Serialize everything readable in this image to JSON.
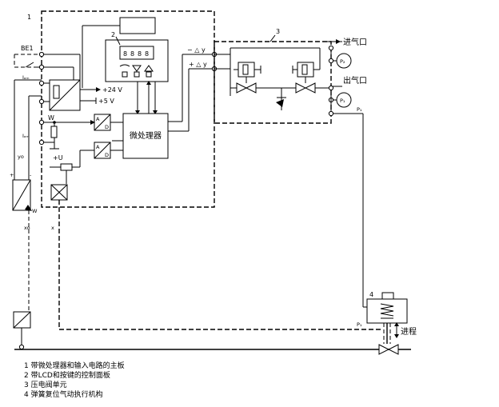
{
  "callouts": {
    "c1": "1",
    "c2": "2",
    "c3": "3",
    "c4": "4"
  },
  "lcd": {
    "digits": [
      "8",
      "8",
      "8",
      "8"
    ]
  },
  "signals": {
    "be1": "BE1",
    "iw_top": "Iₐₘ",
    "iw_mid": "Iₐₘ",
    "yo": "yo",
    "plus": "+",
    "minus": "-",
    "w_left": "W",
    "w_wire": "W",
    "xo": "xo",
    "x": "x",
    "v24": "+24 V",
    "v5": "+5 V",
    "plus_u": "+U",
    "minus_dy": "− △ y",
    "plus_dy": "+ △ y",
    "ad1_a": "A",
    "ad1_d": "D",
    "ad2_a": "A",
    "ad2_d": "D",
    "p_in": "Pₑ",
    "p1": "P₁",
    "p1_valve": "P₁",
    "p1_gauge": "P₁",
    "p2_gauge": "P₂"
  },
  "labels": {
    "microprocessor": "微处理器",
    "inlet": "进气口",
    "outlet": "出气口",
    "stroke": "进程"
  },
  "legend": [
    "1  带微处理器和输入电路的主板",
    "2  带LCD和按键的控制面板",
    "3  压电阀单元",
    "4  弹簧复位气动执行机构"
  ]
}
